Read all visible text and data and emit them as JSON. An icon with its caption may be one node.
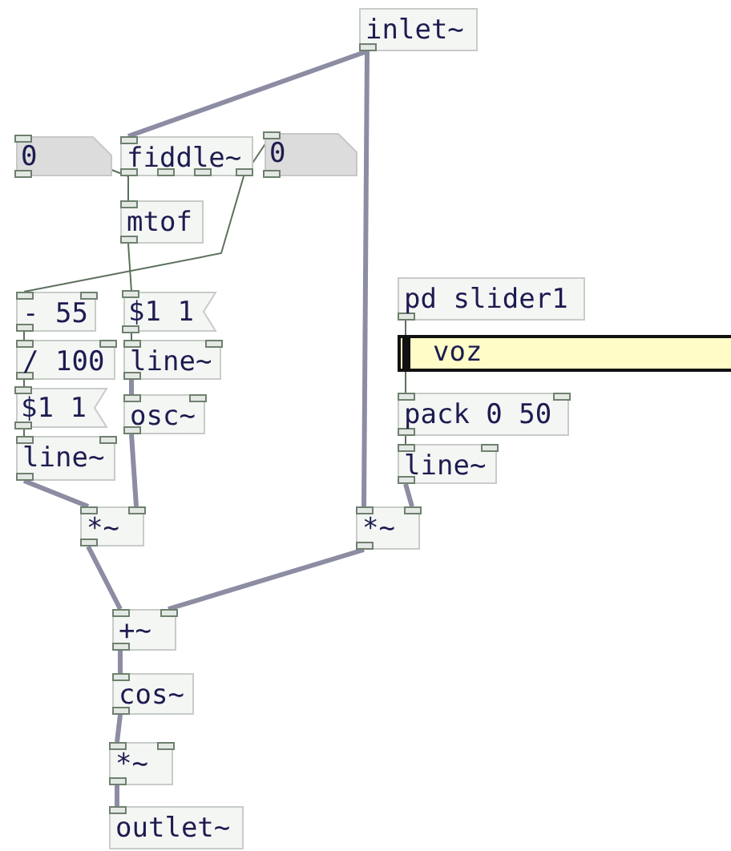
{
  "diagram": {
    "nodes": [
      {
        "text": [
          "inlet~"
        ]
      },
      {
        "text": [
          "0"
        ]
      },
      {
        "text": [
          "fiddle~"
        ]
      },
      {
        "text": [
          "0"
        ]
      },
      {
        "text": [
          "mtof"
        ]
      },
      {
        "text": [
          "- 55"
        ]
      },
      {
        "text": [
          "$1 1"
        ]
      },
      {
        "text": [
          "/ 100"
        ]
      },
      {
        "text": [
          "line~"
        ]
      },
      {
        "text": [
          "$1 1"
        ]
      },
      {
        "text": [
          "osc~"
        ]
      },
      {
        "text": [
          "line~"
        ]
      },
      {
        "text": [
          "*~"
        ]
      },
      {
        "text": [
          "pd slider1"
        ]
      },
      {
        "text": [
          "voz"
        ]
      },
      {
        "text": [
          "pack 0 50"
        ]
      },
      {
        "text": [
          "line~"
        ]
      },
      {
        "text": [
          "*~"
        ]
      },
      {
        "text": [
          "+~"
        ]
      },
      {
        "text": [
          "cos~"
        ]
      },
      {
        "text": [
          "*~"
        ]
      },
      {
        "text": [
          "outlet~"
        ]
      }
    ],
    "edges": [
      {
        "from": 0,
        "to": 2,
        "arrow": "none",
        "style": "thick",
        "color": "#8c8ca3"
      },
      {
        "from": 0,
        "to": 17,
        "arrow": "none",
        "style": "thick",
        "color": "#8c8ca3"
      },
      {
        "from": 2,
        "to": 1,
        "arrow": "none"
      },
      {
        "from": 2,
        "to": 4,
        "arrow": "none"
      },
      {
        "from": 2,
        "to": 3,
        "arrow": "none"
      },
      {
        "from": 2,
        "to": 5,
        "arrow": "none"
      },
      {
        "from": 4,
        "to": 6,
        "arrow": "none"
      },
      {
        "from": 6,
        "to": 8,
        "arrow": "none"
      },
      {
        "from": 8,
        "to": 10,
        "arrow": "none",
        "style": "thick",
        "color": "#8c8ca3"
      },
      {
        "from": 10,
        "to": 12,
        "arrow": "none",
        "style": "thick",
        "color": "#8c8ca3"
      },
      {
        "from": 5,
        "to": 7,
        "arrow": "none"
      },
      {
        "from": 7,
        "to": 9,
        "arrow": "none"
      },
      {
        "from": 9,
        "to": 11,
        "arrow": "none"
      },
      {
        "from": 11,
        "to": 12,
        "arrow": "none",
        "style": "thick",
        "color": "#8c8ca3"
      },
      {
        "from": 13,
        "to": 14,
        "arrow": "none"
      },
      {
        "from": 14,
        "to": 15,
        "arrow": "none"
      },
      {
        "from": 15,
        "to": 16,
        "arrow": "none"
      },
      {
        "from": 16,
        "to": 17,
        "arrow": "none",
        "style": "thick",
        "color": "#8c8ca3"
      },
      {
        "from": 12,
        "to": 18,
        "arrow": "none",
        "style": "thick",
        "color": "#8c8ca3"
      },
      {
        "from": 17,
        "to": 18,
        "arrow": "none",
        "style": "thick",
        "color": "#8c8ca3"
      },
      {
        "from": 18,
        "to": 19,
        "arrow": "none",
        "style": "thick",
        "color": "#8c8ca3"
      },
      {
        "from": 19,
        "to": 20,
        "arrow": "none",
        "style": "thick",
        "color": "#8c8ca3"
      },
      {
        "from": 20,
        "to": 21,
        "arrow": "none",
        "style": "thick",
        "color": "#8c8ca3"
      }
    ]
  }
}
